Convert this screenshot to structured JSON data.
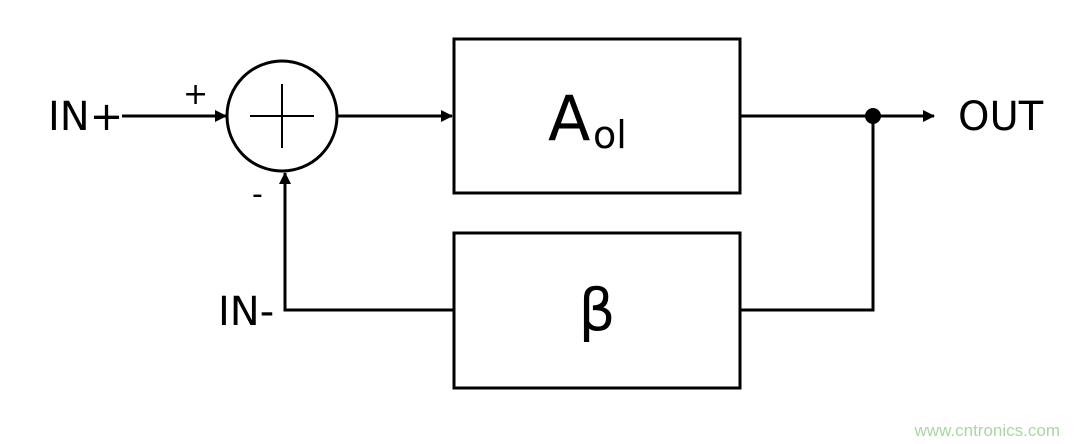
{
  "labels": {
    "in_plus": "IN+",
    "in_minus": "IN-",
    "out": "OUT",
    "plus_sign": "+",
    "minus_sign": "-",
    "gain_main": "A",
    "gain_sub": "ol",
    "feedback": "β"
  },
  "watermark": "www.cntronics.com",
  "colors": {
    "line": "#000000",
    "background": "#ffffff",
    "watermark": "#a8d8a0"
  }
}
